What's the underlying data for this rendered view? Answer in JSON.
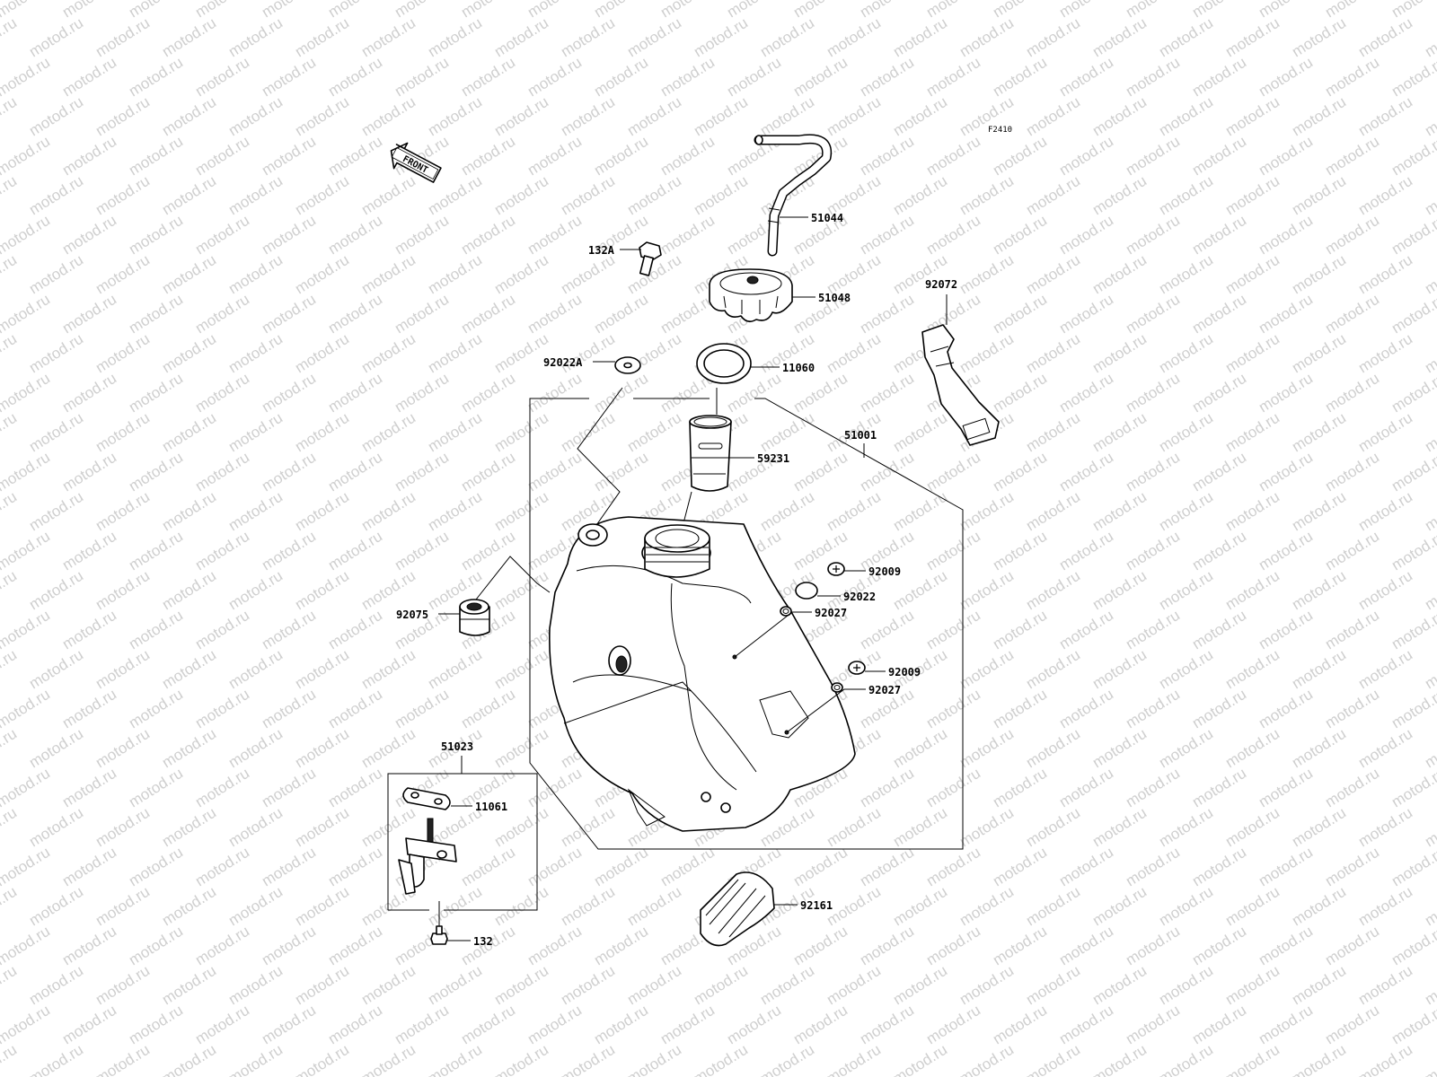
{
  "diagram": {
    "code": "F2410",
    "front_label": "FRONT",
    "watermark": "motod.ru",
    "labels": {
      "p51044": "51044",
      "p51048": "51048",
      "p132A": "132A",
      "p92022A": "92022A",
      "p11060": "11060",
      "p92072": "92072",
      "p51001": "51001",
      "p59231": "59231",
      "p92009a": "92009",
      "p92022": "92022",
      "p92027a": "92027",
      "p92075": "92075",
      "p92009b": "92009",
      "p92027b": "92027",
      "p51023": "51023",
      "p11061": "11061",
      "p132": "132",
      "p92161": "92161"
    }
  }
}
